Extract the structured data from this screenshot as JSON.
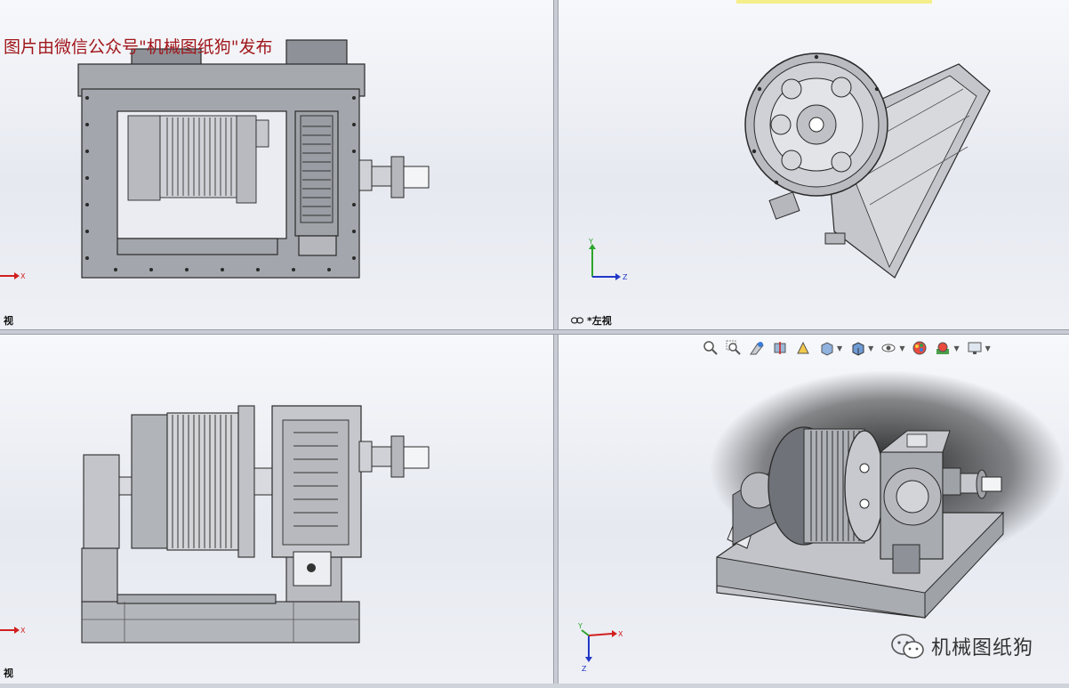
{
  "watermark": "图片由微信公众号\"机械图纸狗\"发布",
  "brand": {
    "name": "机械图纸狗",
    "icon": "wechat-icon"
  },
  "viewports": {
    "front": {
      "label": "视"
    },
    "left": {
      "label": "*左视",
      "icon": "link-icon"
    },
    "top": {
      "label": "视"
    },
    "iso": {
      "label": ""
    }
  },
  "axes": {
    "x": "X",
    "y": "Y",
    "z": "Z",
    "colors": {
      "x": "#d21f1f",
      "y": "#2da52d",
      "z": "#2137c8"
    }
  },
  "toolbar": {
    "items": [
      {
        "icon": "zoom-to-fit-icon"
      },
      {
        "icon": "zoom-area-icon"
      },
      {
        "icon": "previous-view-icon"
      },
      {
        "icon": "section-view-icon"
      },
      {
        "icon": "dynamic-annotation-icon"
      },
      {
        "icon": "view-orientation-icon",
        "dropdown": true
      },
      {
        "icon": "display-style-icon",
        "dropdown": true
      },
      {
        "icon": "hide-show-items-icon",
        "dropdown": true
      },
      {
        "icon": "edit-appearance-icon"
      },
      {
        "icon": "apply-scene-icon",
        "dropdown": true
      },
      {
        "icon": "view-settings-icon",
        "dropdown": true
      }
    ]
  }
}
